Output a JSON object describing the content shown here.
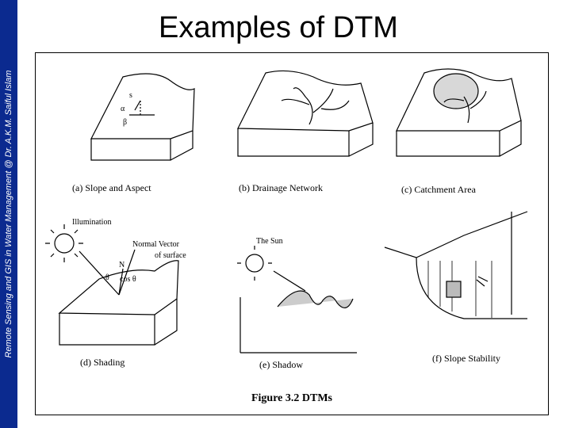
{
  "sidebar": {
    "text": "Remote Sensing and GIS in Water Management @ Dr. A.K.M. Saiful Islam"
  },
  "slide": {
    "title": "Examples of DTM"
  },
  "figure": {
    "title": "Figure 3.2 DTMs",
    "panels": [
      {
        "caption": "(a) Slope and Aspect",
        "labels": [
          "s",
          "α",
          "β"
        ]
      },
      {
        "caption": "(b) Drainage Network"
      },
      {
        "caption": "(c) Catchment Area"
      },
      {
        "caption": "(d) Shading",
        "labels": [
          "Illumination",
          "Normal Vector",
          "of surface",
          "N",
          "θ",
          "cos θ"
        ]
      },
      {
        "caption": "(e) Shadow",
        "labels": [
          "The Sun"
        ]
      },
      {
        "caption": "(f) Slope Stability"
      }
    ]
  }
}
